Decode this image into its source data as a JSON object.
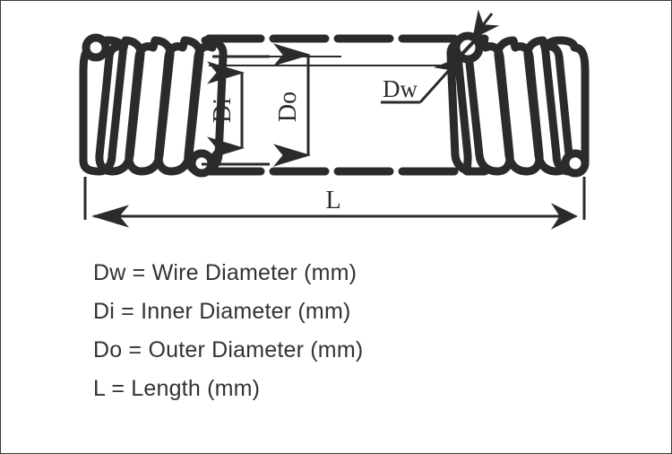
{
  "figure": {
    "type": "technical-diagram",
    "subject": "extension-spring-dimensions",
    "background_color": "#ffffff",
    "line_color": "#2b2b2b",
    "text_color": "#333333",
    "border_color": "#3a3a3a"
  },
  "diagram": {
    "dimension_labels": {
      "wire_diameter": "Dw",
      "inner_diameter": "Di",
      "outer_diameter": "Do",
      "length": "L"
    }
  },
  "legend": {
    "items": [
      {
        "symbol": "Dw",
        "text": "Dw = Wire Diameter (mm)"
      },
      {
        "symbol": "Di",
        "text": "Di = Inner Diameter (mm)"
      },
      {
        "symbol": "Do",
        "text": "Do = Outer Diameter (mm)"
      },
      {
        "symbol": "L",
        "text": "L = Length (mm)"
      }
    ]
  }
}
